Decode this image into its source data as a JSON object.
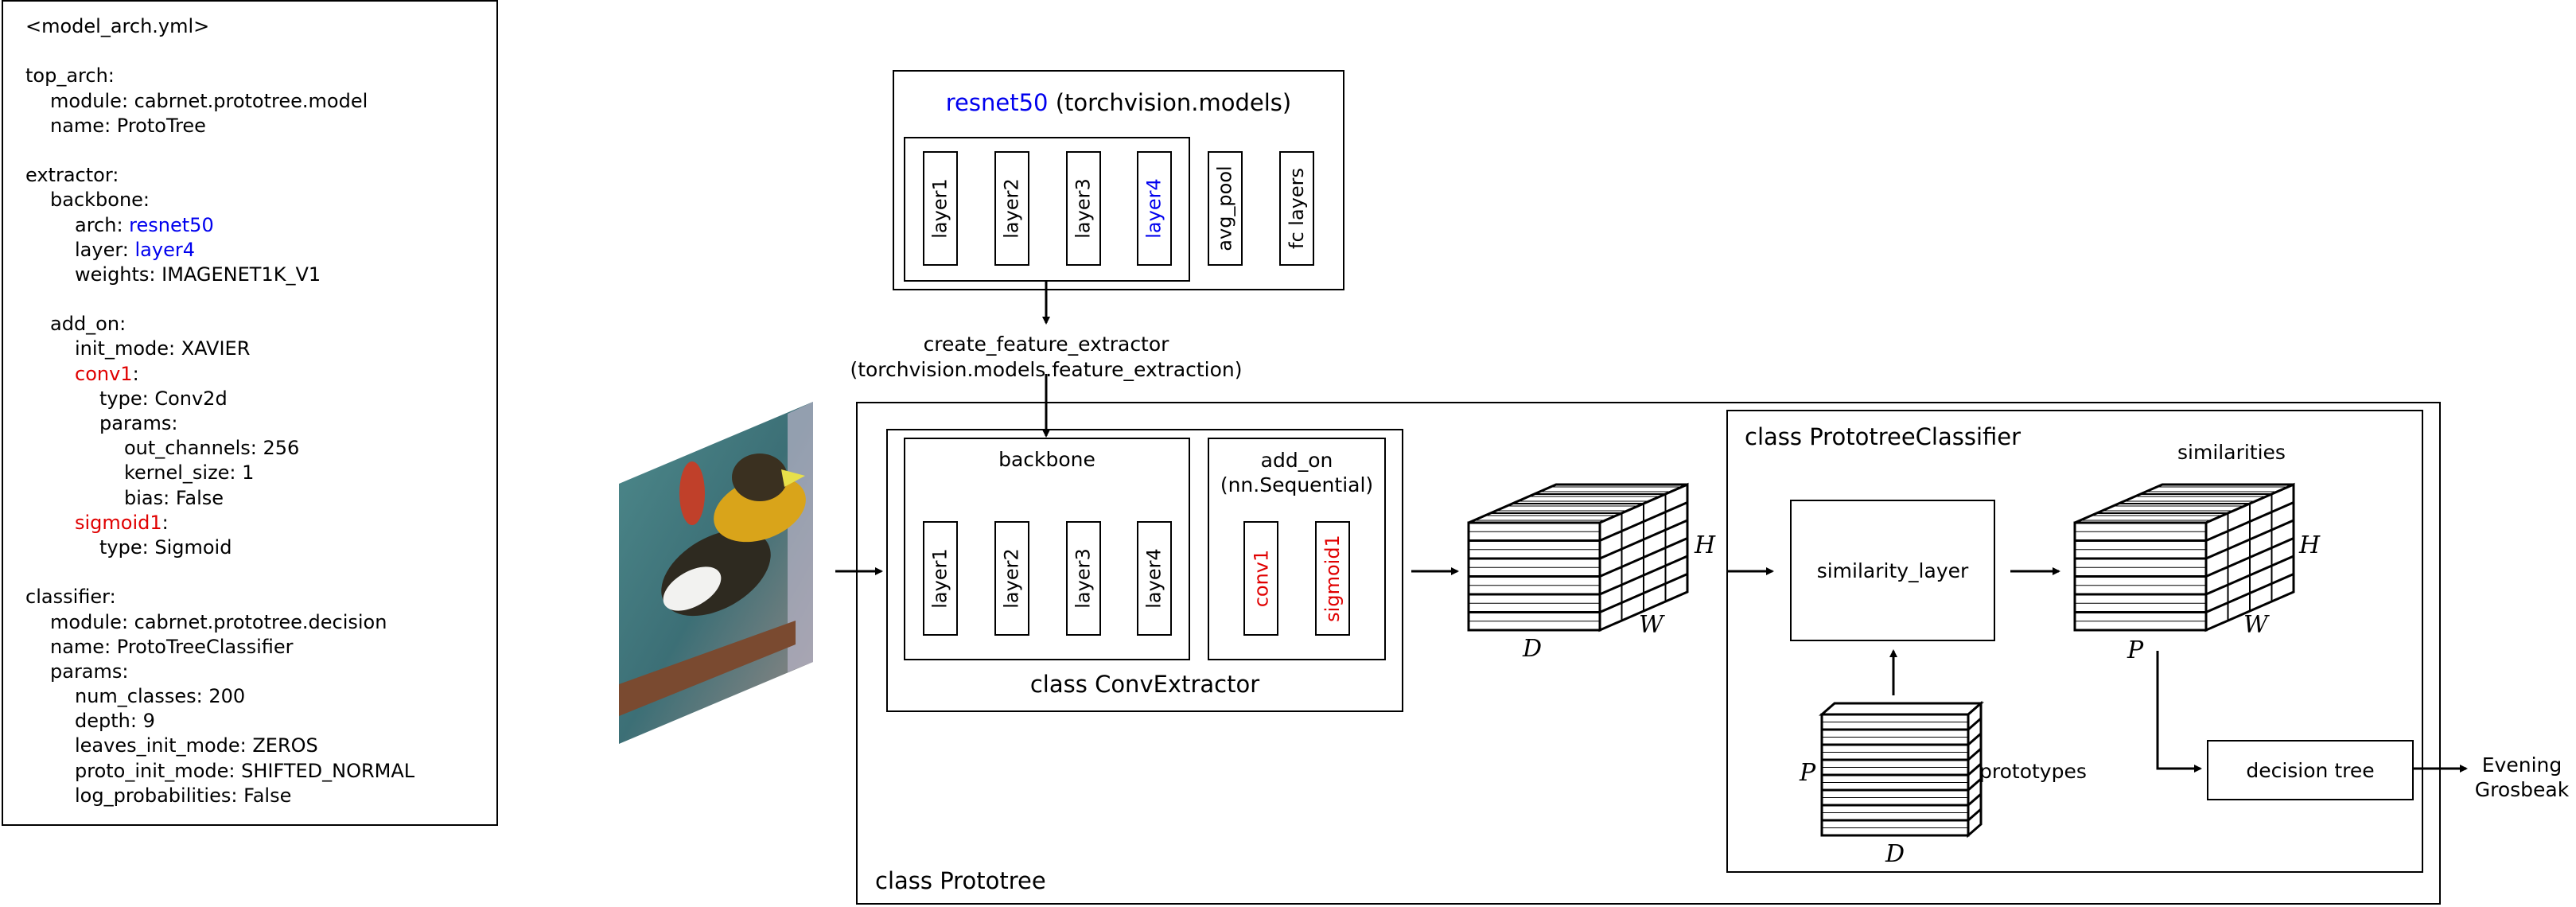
{
  "yaml": {
    "lines": [
      {
        "indent": 0,
        "parts": [
          {
            "t": "<model_arch.yml>"
          }
        ]
      },
      {
        "indent": 0,
        "parts": [
          {
            "t": ""
          }
        ]
      },
      {
        "indent": 0,
        "parts": [
          {
            "t": "top_arch:"
          }
        ]
      },
      {
        "indent": 1,
        "parts": [
          {
            "t": "module: cabrnet.prototree.model"
          }
        ]
      },
      {
        "indent": 1,
        "parts": [
          {
            "t": "name: ProtoTree"
          }
        ]
      },
      {
        "indent": 0,
        "parts": [
          {
            "t": ""
          }
        ]
      },
      {
        "indent": 0,
        "parts": [
          {
            "t": "extractor:"
          }
        ]
      },
      {
        "indent": 1,
        "parts": [
          {
            "t": "backbone:"
          }
        ]
      },
      {
        "indent": 2,
        "parts": [
          {
            "t": "arch: "
          },
          {
            "t": "resnet50",
            "c": "blue"
          }
        ]
      },
      {
        "indent": 2,
        "parts": [
          {
            "t": "layer: "
          },
          {
            "t": "layer4",
            "c": "blue"
          }
        ]
      },
      {
        "indent": 2,
        "parts": [
          {
            "t": "weights: IMAGENET1K_V1"
          }
        ]
      },
      {
        "indent": 0,
        "parts": [
          {
            "t": ""
          }
        ]
      },
      {
        "indent": 1,
        "parts": [
          {
            "t": "add_on:"
          }
        ]
      },
      {
        "indent": 2,
        "parts": [
          {
            "t": "init_mode: XAVIER"
          }
        ]
      },
      {
        "indent": 2,
        "parts": [
          {
            "t": "conv1",
            "c": "red"
          },
          {
            "t": ":"
          }
        ]
      },
      {
        "indent": 3,
        "parts": [
          {
            "t": "type: Conv2d"
          }
        ]
      },
      {
        "indent": 3,
        "parts": [
          {
            "t": "params:"
          }
        ]
      },
      {
        "indent": 4,
        "parts": [
          {
            "t": "out_channels: 256"
          }
        ]
      },
      {
        "indent": 4,
        "parts": [
          {
            "t": "kernel_size: 1"
          }
        ]
      },
      {
        "indent": 4,
        "parts": [
          {
            "t": "bias: False"
          }
        ]
      },
      {
        "indent": 2,
        "parts": [
          {
            "t": "sigmoid1",
            "c": "red"
          },
          {
            "t": ":"
          }
        ]
      },
      {
        "indent": 3,
        "parts": [
          {
            "t": "type: Sigmoid"
          }
        ]
      },
      {
        "indent": 0,
        "parts": [
          {
            "t": ""
          }
        ]
      },
      {
        "indent": 0,
        "parts": [
          {
            "t": "classifier:"
          }
        ]
      },
      {
        "indent": 1,
        "parts": [
          {
            "t": "module: cabrnet.prototree.decision"
          }
        ]
      },
      {
        "indent": 1,
        "parts": [
          {
            "t": "name: ProtoTreeClassifier"
          }
        ]
      },
      {
        "indent": 1,
        "parts": [
          {
            "t": "params:"
          }
        ]
      },
      {
        "indent": 2,
        "parts": [
          {
            "t": "num_classes: 200"
          }
        ]
      },
      {
        "indent": 2,
        "parts": [
          {
            "t": "depth: 9"
          }
        ]
      },
      {
        "indent": 2,
        "parts": [
          {
            "t": "leaves_init_mode: ZEROS"
          }
        ]
      },
      {
        "indent": 2,
        "parts": [
          {
            "t": "proto_init_mode: SHIFTED_NORMAL"
          }
        ]
      },
      {
        "indent": 2,
        "parts": [
          {
            "t": "log_probabilities: False"
          }
        ]
      }
    ]
  },
  "resnet": {
    "title_arch": "resnet50",
    "title_rest": " (torchvision.models)",
    "layers": [
      "layer1",
      "layer2",
      "layer3",
      "layer4"
    ],
    "extra": [
      "avg_pool",
      "fc layers"
    ]
  },
  "create_fe": {
    "line1": "create_feature_extractor",
    "line2": "(torchvision.models.feature_extraction)"
  },
  "prototree": {
    "label": "class Prototree",
    "conv_extractor": {
      "label": "class ConvExtractor",
      "backbone_title": "backbone",
      "backbone_layers": [
        "layer1",
        "layer2",
        "layer3",
        "layer4"
      ],
      "addon_title1": "add_on",
      "addon_title2": "(nn.Sequential)",
      "addon_layers": [
        "conv1",
        "sigmoid1"
      ]
    },
    "feature_map": {
      "d": "D",
      "w": "W",
      "h": "H"
    },
    "classifier": {
      "label": "class PrototreeClassifier",
      "similarity_layer": "similarity_layer",
      "similarities": "similarities",
      "prototypes": "prototypes",
      "p": "P",
      "d": "D",
      "w": "W",
      "h": "H",
      "decision_tree": "decision tree"
    },
    "output": {
      "line1": "Evening",
      "line2": "Grosbeak"
    }
  },
  "colors": {
    "blue": "#0000ee",
    "red": "#e00000"
  },
  "image": {
    "alt_name": "bird-photo"
  }
}
